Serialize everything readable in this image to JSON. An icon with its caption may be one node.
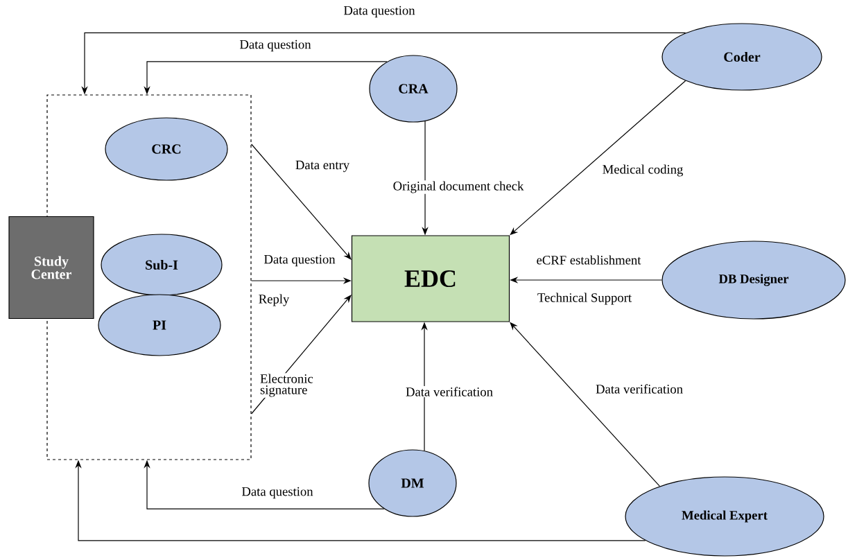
{
  "diagram": {
    "nodes": [
      {
        "text": [],
        "shape": "box"
      },
      {
        "text": [
          "Study Center"
        ]
      },
      {
        "text": [
          "CRC"
        ],
        "in": 0
      },
      {
        "text": [
          "Sub-I"
        ],
        "in": 0
      },
      {
        "text": [
          "PI"
        ],
        "in": 0
      },
      {
        "text": [
          "CRA"
        ]
      },
      {
        "text": [
          "Coder"
        ]
      },
      {
        "text": [
          "EDC"
        ]
      },
      {
        "text": [
          "DB Designer"
        ]
      },
      {
        "text": [
          "DM"
        ]
      },
      {
        "text": [
          "Medical Expert"
        ]
      }
    ],
    "edges": [
      {
        "from": 6,
        "to": 0,
        "arrow": "to",
        "label": "Data question"
      },
      {
        "from": 5,
        "to": 0,
        "arrow": "to",
        "label": "Data question"
      },
      {
        "from": 0,
        "to": 7,
        "arrow": "to",
        "label": "Data entry"
      },
      {
        "from": 0,
        "to": 7,
        "arrow": "to",
        "label": "Data question"
      },
      {
        "from": 0,
        "to": 7,
        "arrow": "to",
        "label": "Electronic signature"
      },
      {
        "from": 5,
        "to": 7,
        "arrow": "to",
        "label": "Original document check"
      },
      {
        "from": 6,
        "to": 7,
        "arrow": "to",
        "label": "Medical coding"
      },
      {
        "from": 8,
        "to": 7,
        "arrow": "to",
        "label": "eCRF establishment"
      },
      {
        "from": 9,
        "to": 7,
        "arrow": "to",
        "label": "Data verification"
      },
      {
        "from": 10,
        "to": 7,
        "arrow": "to",
        "label": "Data verification"
      },
      {
        "from": 9,
        "to": 0,
        "arrow": "to",
        "label": "Data question"
      },
      {
        "from": 10,
        "to": 0,
        "arrow": "to"
      }
    ],
    "labels": [
      "Reply",
      "Technical Support"
    ]
  }
}
